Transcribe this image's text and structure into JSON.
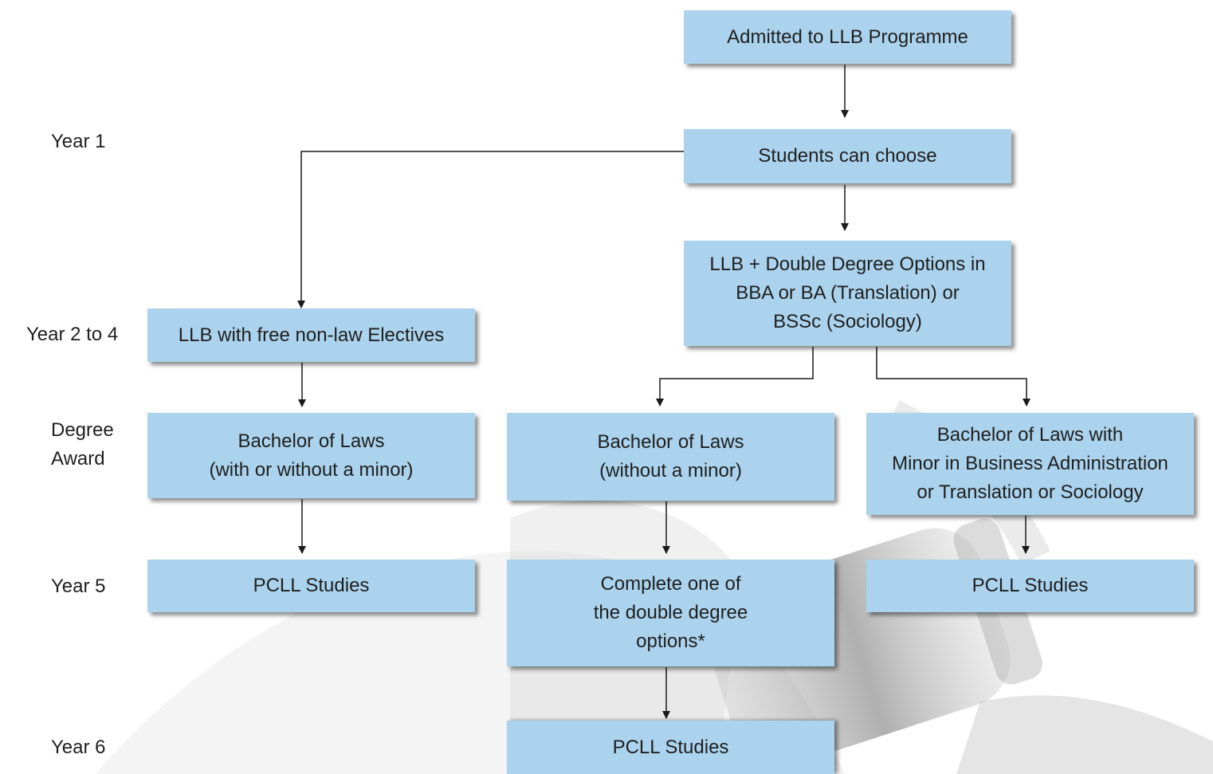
{
  "rows": {
    "year1": "Year 1",
    "year2to4": "Year 2 to 4",
    "degree_award": [
      "Degree",
      "Award"
    ],
    "year5": "Year 5",
    "year6": "Year 6"
  },
  "boxes": {
    "admitted": [
      "Admitted to LLB Programme"
    ],
    "choose": [
      "Students can choose"
    ],
    "double_degree": [
      "LLB + Double Degree Options in",
      "BBA or BA (Translation) or",
      "BSSc (Sociology)"
    ],
    "llb_electives": [
      "LLB with free non-law Electives"
    ],
    "bachelor_with_or_without": [
      "Bachelor of Laws",
      "(with or without a minor)"
    ],
    "bachelor_without": [
      "Bachelor of Laws",
      "(without a minor)"
    ],
    "bachelor_with_minor": [
      "Bachelor of Laws with",
      "Minor in Business Administration",
      "or Translation or Sociology"
    ],
    "pcll_left": [
      "PCLL Studies"
    ],
    "complete_double": [
      "Complete one of",
      "the double degree",
      "options*"
    ],
    "pcll_right": [
      "PCLL Studies"
    ],
    "pcll_year6": [
      "PCLL Studies"
    ]
  },
  "colors": {
    "box_fill": "#abd3ed",
    "connector": "#1a1a1a"
  }
}
